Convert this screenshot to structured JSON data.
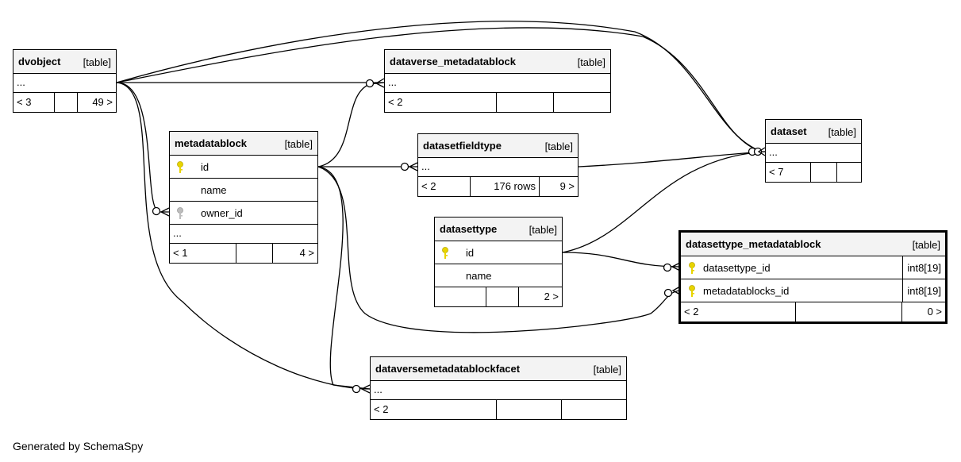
{
  "tables": {
    "dvobject": {
      "name": "dvobject",
      "kind": "[table]",
      "more": "...",
      "footer": [
        "< 3",
        "",
        "49 >"
      ]
    },
    "dataverse_metadatablock": {
      "name": "dataverse_metadatablock",
      "kind": "[table]",
      "more": "...",
      "footer": [
        "< 2",
        "",
        ""
      ]
    },
    "metadatablock": {
      "name": "metadatablock",
      "kind": "[table]",
      "columns": [
        {
          "name": "id",
          "key": "primary"
        },
        {
          "name": "name",
          "key": "none"
        },
        {
          "name": "owner_id",
          "key": "foreign"
        }
      ],
      "more": "...",
      "footer": [
        "< 1",
        "",
        "4 >"
      ]
    },
    "datasetfieldtype": {
      "name": "datasetfieldtype",
      "kind": "[table]",
      "more": "...",
      "footer": [
        "< 2",
        "176 rows",
        "9 >"
      ]
    },
    "dataset": {
      "name": "dataset",
      "kind": "[table]",
      "more": "...",
      "footer": [
        "< 7",
        "",
        ""
      ]
    },
    "datasettype": {
      "name": "datasettype",
      "kind": "[table]",
      "columns": [
        {
          "name": "id",
          "key": "primary"
        },
        {
          "name": "name",
          "key": "none"
        }
      ],
      "footer": [
        "",
        "",
        "2 >"
      ]
    },
    "datasettype_metadatablock": {
      "name": "datasettype_metadatablock",
      "kind": "[table]",
      "columns": [
        {
          "name": "datasettype_id",
          "type": "int8[19]",
          "key": "primary"
        },
        {
          "name": "metadatablocks_id",
          "type": "int8[19]",
          "key": "primary"
        }
      ],
      "footer": [
        "< 2",
        "",
        "0 >"
      ]
    },
    "dataversemetadatablockfacet": {
      "name": "dataversemetadatablockfacet",
      "kind": "[table]",
      "more": "...",
      "footer": [
        "< 2",
        "",
        ""
      ]
    }
  },
  "colors": {
    "primary_key": "#e8d400",
    "foreign_key": "#bdbdbd",
    "header_bg": "#f3f3f3"
  },
  "footer_text": "Generated by SchemaSpy"
}
